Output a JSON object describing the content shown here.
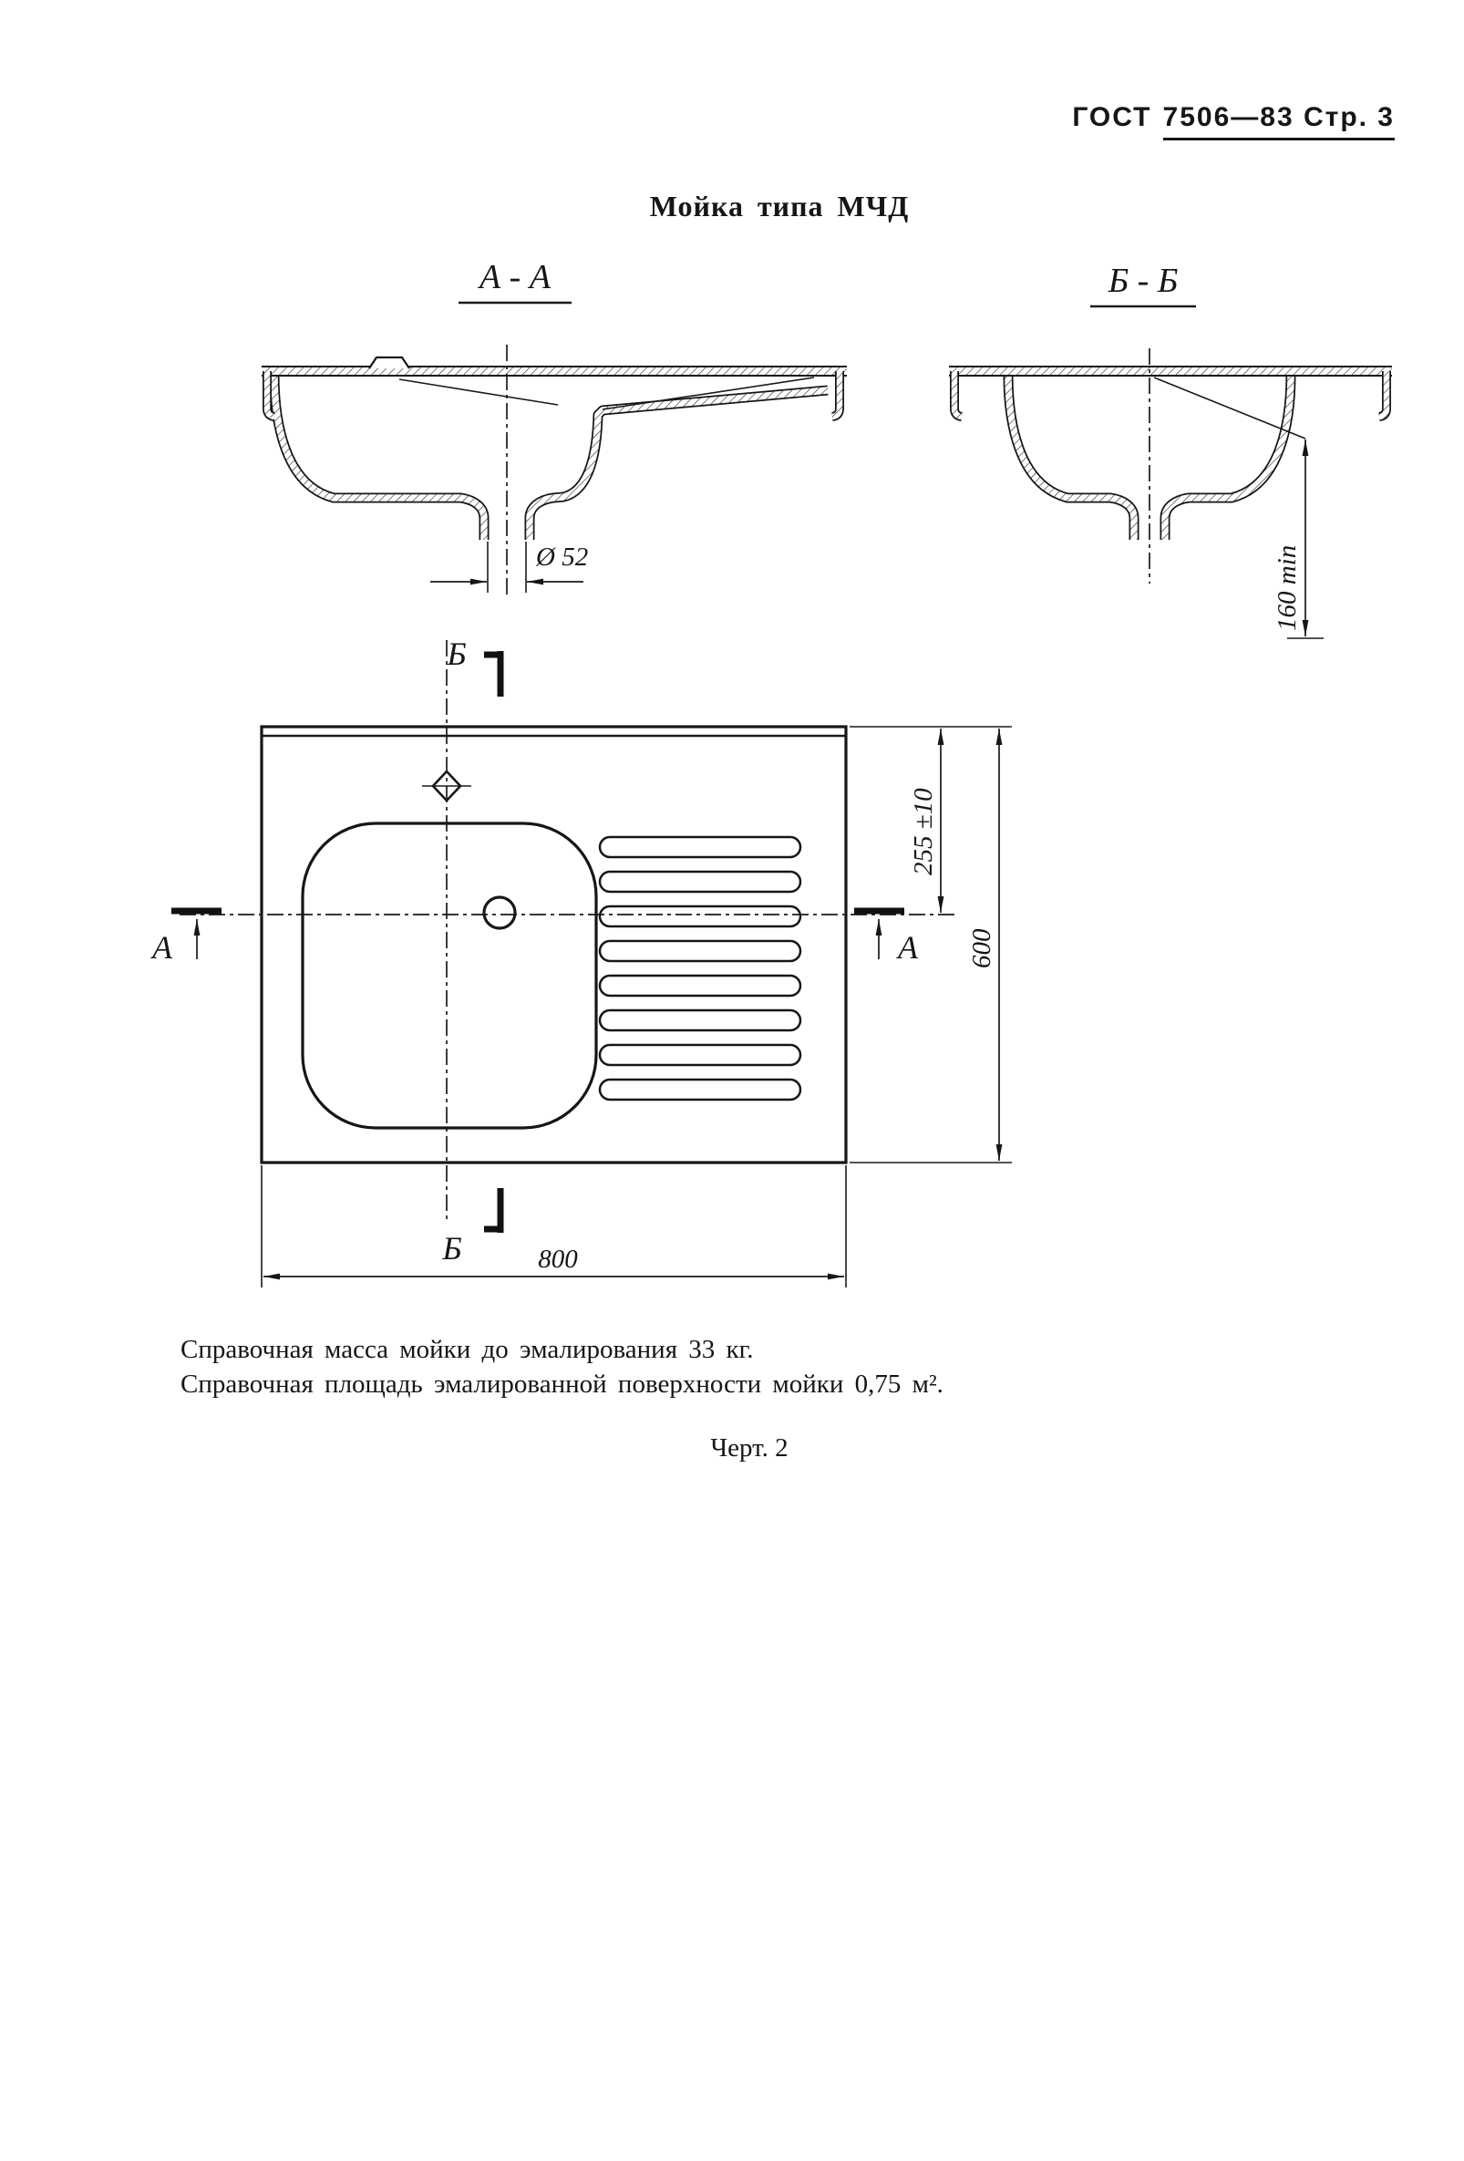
{
  "page": {
    "header_gost": "ГОСТ",
    "header_rest": "7506—83 Стр. 3",
    "title": "Мойка типа МЧД",
    "note_mass": "Справочная масса мойки до эмалирования 33 кг.",
    "note_area": "Справочная площадь эмалированной поверхности мойки 0,75 м².",
    "caption": "Черт. 2"
  },
  "drawing": {
    "section_a": "А - А",
    "section_b": "Б - Б",
    "letter_a": "А",
    "letter_b": "Б",
    "dim_drain": "Ø 52",
    "dim_depth": "160 min",
    "dim_offset": "255 ±10",
    "dim_height": "600",
    "dim_width": "800"
  }
}
